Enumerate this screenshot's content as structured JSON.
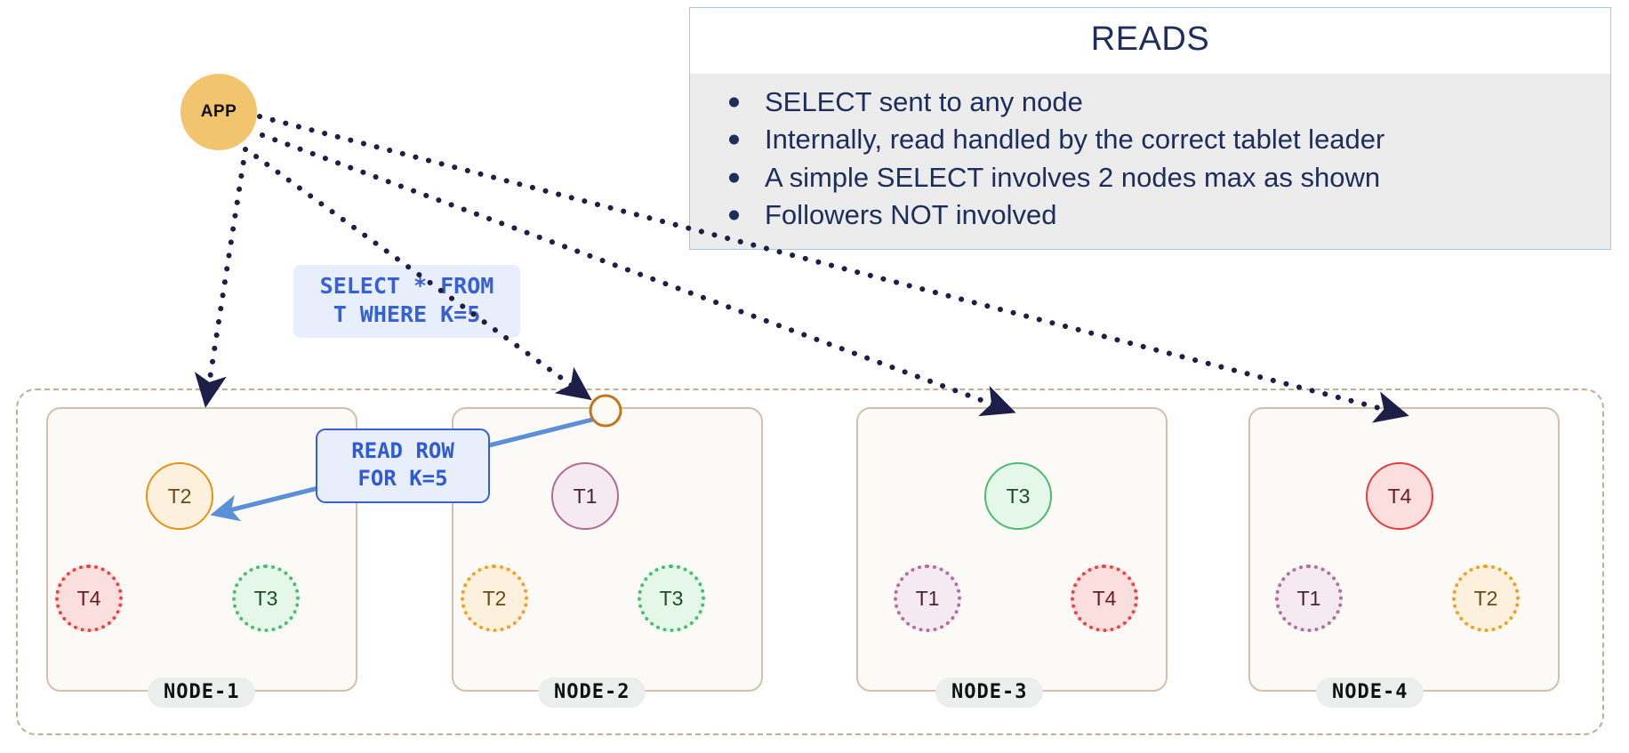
{
  "reads_panel": {
    "title": "READS",
    "bullets": [
      "SELECT sent to any node",
      "Internally, read handled by the correct tablet leader",
      "A simple SELECT involves 2 nodes max as shown",
      "Followers NOT involved"
    ]
  },
  "app": {
    "label": "APP"
  },
  "sql_label": {
    "line1": "SELECT * FROM",
    "line2": "T WHERE K=5"
  },
  "read_callout": {
    "line1": "READ ROW",
    "line2": "FOR K=5"
  },
  "nodes": [
    {
      "label": "NODE-1",
      "leader": {
        "name": "T2",
        "role": "leader"
      },
      "followers": [
        {
          "name": "T4",
          "role": "follower"
        },
        {
          "name": "T3",
          "role": "follower"
        }
      ]
    },
    {
      "label": "NODE-2",
      "leader": {
        "name": "T1",
        "role": "leader"
      },
      "followers": [
        {
          "name": "T2",
          "role": "follower"
        },
        {
          "name": "T3",
          "role": "follower"
        }
      ]
    },
    {
      "label": "NODE-3",
      "leader": {
        "name": "T3",
        "role": "leader"
      },
      "followers": [
        {
          "name": "T1",
          "role": "follower"
        },
        {
          "name": "T4",
          "role": "follower"
        }
      ]
    },
    {
      "label": "NODE-4",
      "leader": {
        "name": "T4",
        "role": "leader"
      },
      "followers": [
        {
          "name": "T1",
          "role": "follower"
        },
        {
          "name": "T2",
          "role": "follower"
        }
      ]
    }
  ],
  "colors": {
    "app_fill": "#f2c46d",
    "panel_border": "#a8c6e8",
    "panel_body": "#ececec",
    "panel_text": "#1d2d5c",
    "sql_text": "#3661d6",
    "sql_fill": "#e8eefb",
    "callout_border": "#3661d6",
    "arrow_dotted": "#1d1f49",
    "arrow_solid": "#5b8fd8",
    "cluster_border": "#c6ab95",
    "node_border": "#d3bfae",
    "node_fill": "#fcfaf7",
    "connector_ring": "#c4741a",
    "t1": "#b06a93",
    "t2": "#e8920f",
    "t3": "#4cba70",
    "t4": "#ec3b3b"
  }
}
